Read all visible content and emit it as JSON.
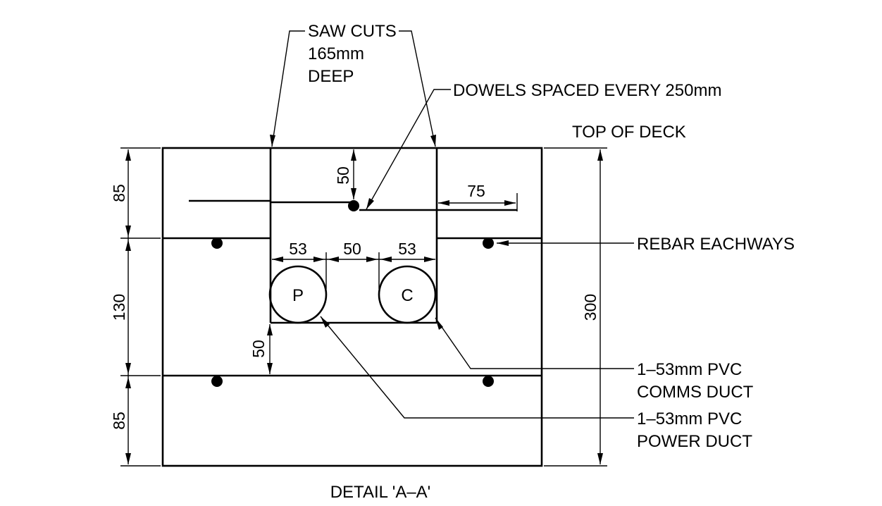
{
  "labels": {
    "saw_cuts_1": "SAW CUTS",
    "saw_cuts_2": "165mm",
    "saw_cuts_3": "DEEP",
    "dowels": "DOWELS SPACED EVERY 250mm",
    "top_of_deck": "TOP OF DECK",
    "rebar": "REBAR EACHWAYS",
    "comms_1": "1–53mm PVC",
    "comms_2": "COMMS DUCT",
    "power_1": "1–53mm PVC",
    "power_2": "POWER DUCT",
    "detail": "DETAIL 'A–A'"
  },
  "ducts": {
    "power": "P",
    "comms": "C"
  },
  "dimensions": {
    "left_top": "85",
    "left_mid": "130",
    "left_bottom": "85",
    "total_right": "300",
    "dowel_depth": "50",
    "dowel_extension": "75",
    "duct_p_width": "53",
    "duct_gap": "50",
    "duct_c_width": "53",
    "duct_cover": "50"
  }
}
